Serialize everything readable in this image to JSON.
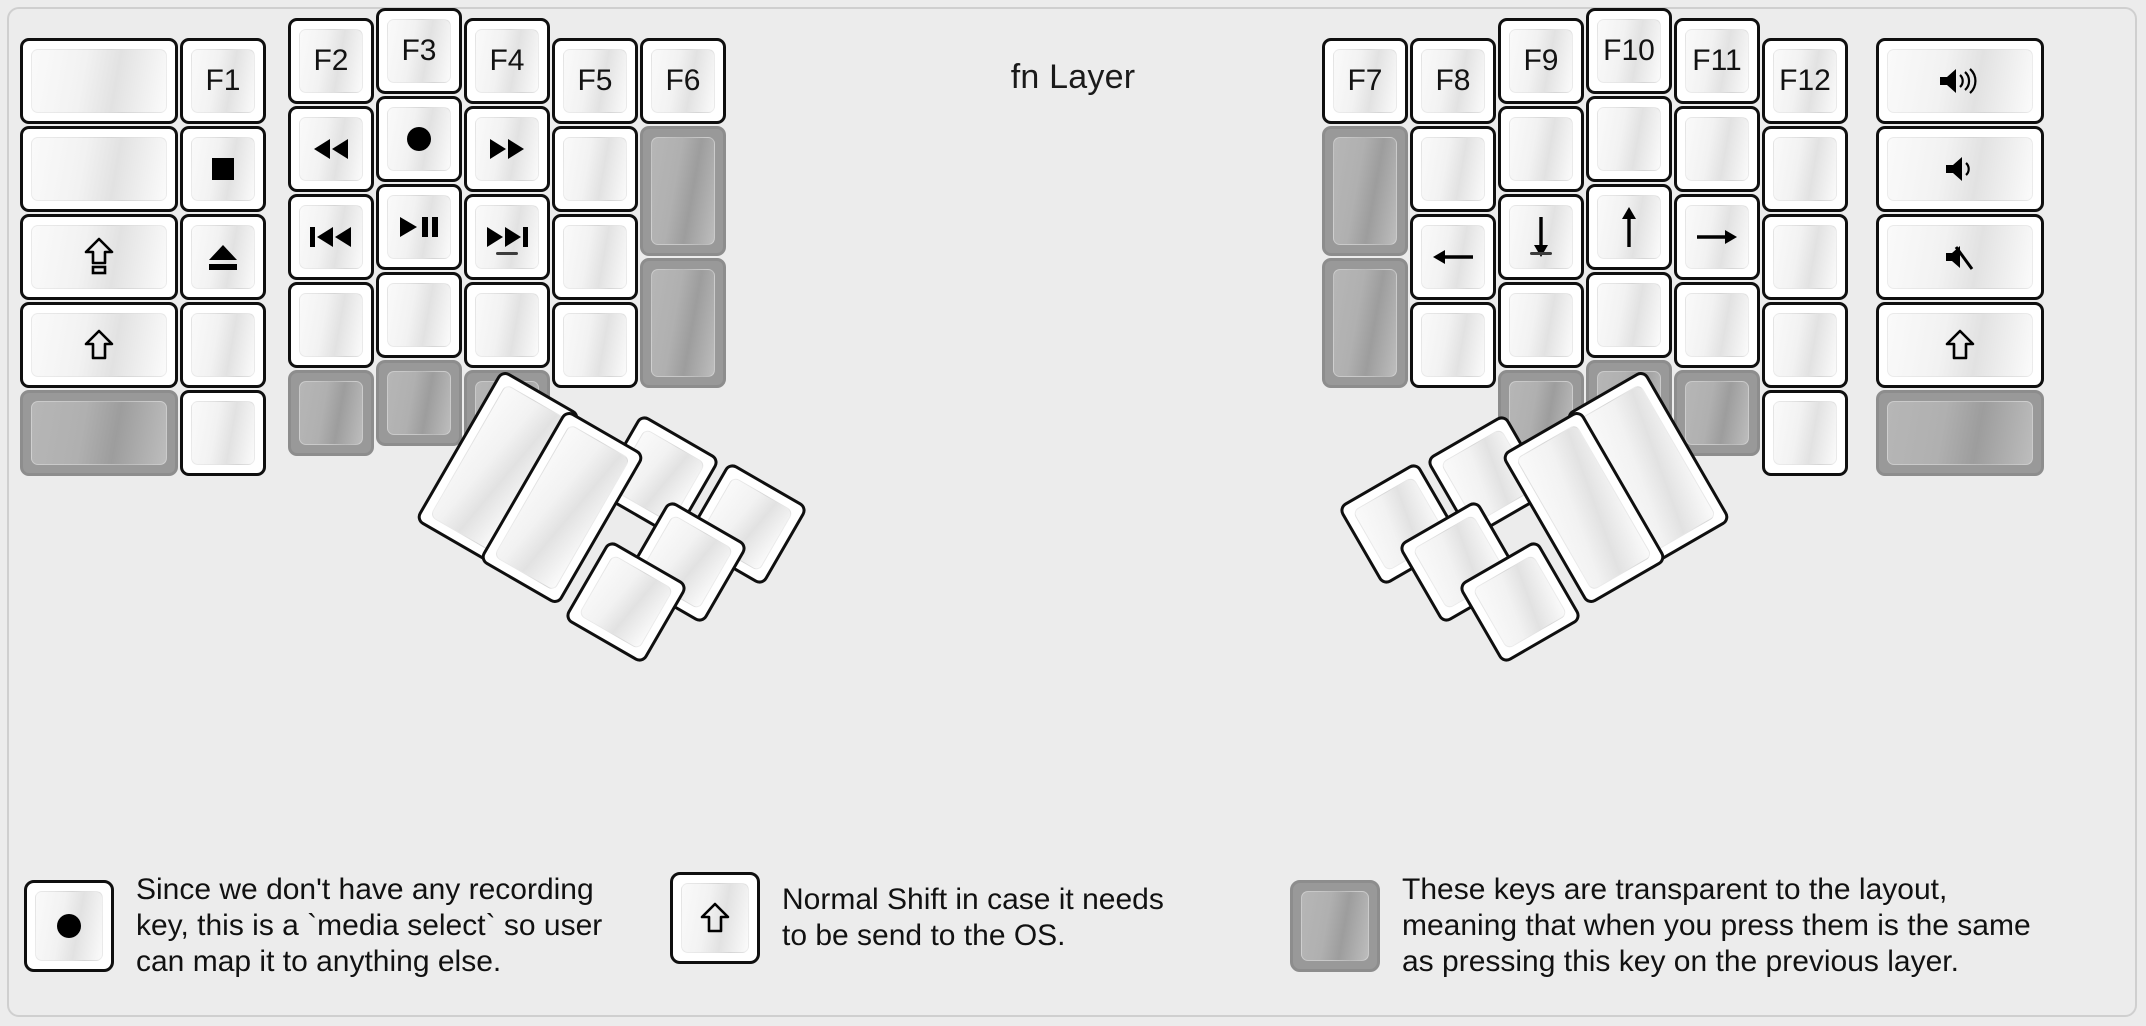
{
  "title": "fn Layer",
  "colors": {
    "background": "#ececec",
    "key_fill": "#ffffff",
    "key_border": "#0f0f0f",
    "transparent_key_fill": "#999999",
    "label_color": "#121212"
  },
  "keyboard": {
    "description": "Split ergonomic keyboard fn layer map",
    "left_half": {
      "columns": [
        {
          "name": "col-1",
          "keys": [
            {
              "label": "",
              "icon": "",
              "state": "normal"
            },
            {
              "label": "",
              "icon": "",
              "state": "normal"
            },
            {
              "label": "",
              "icon": "caps-lock",
              "state": "normal"
            },
            {
              "label": "",
              "icon": "shift",
              "state": "normal"
            },
            {
              "label": "",
              "icon": "",
              "state": "transparent"
            }
          ]
        },
        {
          "name": "col-2",
          "keys": [
            {
              "label": "F1",
              "icon": "",
              "state": "normal"
            },
            {
              "label": "",
              "icon": "stop",
              "state": "normal"
            },
            {
              "label": "",
              "icon": "eject",
              "state": "normal"
            },
            {
              "label": "",
              "icon": "",
              "state": "normal"
            },
            {
              "label": "",
              "icon": "",
              "state": "normal"
            }
          ]
        },
        {
          "name": "col-3",
          "keys": [
            {
              "label": "F2",
              "icon": "",
              "state": "normal"
            },
            {
              "label": "",
              "icon": "rewind",
              "state": "normal"
            },
            {
              "label": "",
              "icon": "prev-track",
              "state": "normal"
            },
            {
              "label": "",
              "icon": "",
              "state": "normal"
            },
            {
              "label": "",
              "icon": "",
              "state": "transparent"
            }
          ]
        },
        {
          "name": "col-4",
          "keys": [
            {
              "label": "F3",
              "icon": "",
              "state": "normal"
            },
            {
              "label": "",
              "icon": "record",
              "state": "normal"
            },
            {
              "label": "",
              "icon": "play-pause",
              "state": "normal"
            },
            {
              "label": "",
              "icon": "",
              "state": "normal"
            },
            {
              "label": "",
              "icon": "",
              "state": "transparent"
            }
          ]
        },
        {
          "name": "col-5",
          "keys": [
            {
              "label": "F4",
              "icon": "",
              "state": "normal"
            },
            {
              "label": "",
              "icon": "fast-forward",
              "state": "normal"
            },
            {
              "label": "",
              "icon": "next-track",
              "state": "normal"
            },
            {
              "label": "",
              "icon": "",
              "state": "normal"
            },
            {
              "label": "",
              "icon": "",
              "state": "transparent"
            }
          ]
        },
        {
          "name": "col-6",
          "keys": [
            {
              "label": "F5",
              "icon": "",
              "state": "normal"
            },
            {
              "label": "",
              "icon": "",
              "state": "normal"
            },
            {
              "label": "",
              "icon": "",
              "state": "normal"
            },
            {
              "label": "",
              "icon": "",
              "state": "normal"
            }
          ]
        },
        {
          "name": "col-7",
          "keys": [
            {
              "label": "F6",
              "icon": "",
              "state": "normal"
            },
            {
              "label": "",
              "icon": "",
              "state": "transparent"
            },
            {
              "label": "",
              "icon": "",
              "state": "transparent"
            }
          ]
        }
      ],
      "thumb_cluster": {
        "count": 6,
        "keys": [
          {
            "label": "",
            "icon": "",
            "state": "normal",
            "size": "2u"
          },
          {
            "label": "",
            "icon": "",
            "state": "normal",
            "size": "2u"
          },
          {
            "label": "",
            "icon": "",
            "state": "normal",
            "size": "1u"
          },
          {
            "label": "",
            "icon": "",
            "state": "normal",
            "size": "1u"
          },
          {
            "label": "",
            "icon": "",
            "state": "normal",
            "size": "1u"
          },
          {
            "label": "",
            "icon": "",
            "state": "normal",
            "size": "1u"
          }
        ]
      }
    },
    "right_half": {
      "columns": [
        {
          "name": "col-1",
          "keys": [
            {
              "label": "F7",
              "icon": "",
              "state": "normal"
            },
            {
              "label": "",
              "icon": "",
              "state": "transparent"
            },
            {
              "label": "",
              "icon": "",
              "state": "transparent"
            }
          ]
        },
        {
          "name": "col-2",
          "keys": [
            {
              "label": "F8",
              "icon": "",
              "state": "normal"
            },
            {
              "label": "",
              "icon": "",
              "state": "normal"
            },
            {
              "label": "",
              "icon": "arrow-left",
              "state": "normal"
            },
            {
              "label": "",
              "icon": "",
              "state": "normal"
            }
          ]
        },
        {
          "name": "col-3",
          "keys": [
            {
              "label": "F9",
              "icon": "",
              "state": "normal"
            },
            {
              "label": "",
              "icon": "",
              "state": "normal"
            },
            {
              "label": "",
              "icon": "arrow-down",
              "state": "normal"
            },
            {
              "label": "",
              "icon": "",
              "state": "normal"
            },
            {
              "label": "",
              "icon": "",
              "state": "transparent"
            }
          ]
        },
        {
          "name": "col-4",
          "keys": [
            {
              "label": "F10",
              "icon": "",
              "state": "normal"
            },
            {
              "label": "",
              "icon": "",
              "state": "normal"
            },
            {
              "label": "",
              "icon": "arrow-up",
              "state": "normal"
            },
            {
              "label": "",
              "icon": "",
              "state": "normal"
            },
            {
              "label": "",
              "icon": "",
              "state": "transparent"
            }
          ]
        },
        {
          "name": "col-5",
          "keys": [
            {
              "label": "F11",
              "icon": "",
              "state": "normal"
            },
            {
              "label": "",
              "icon": "",
              "state": "normal"
            },
            {
              "label": "",
              "icon": "arrow-right",
              "state": "normal"
            },
            {
              "label": "",
              "icon": "",
              "state": "normal"
            },
            {
              "label": "",
              "icon": "",
              "state": "transparent"
            }
          ]
        },
        {
          "name": "col-6",
          "keys": [
            {
              "label": "F12",
              "icon": "",
              "state": "normal"
            },
            {
              "label": "",
              "icon": "",
              "state": "normal"
            },
            {
              "label": "",
              "icon": "",
              "state": "normal"
            },
            {
              "label": "",
              "icon": "",
              "state": "normal"
            },
            {
              "label": "",
              "icon": "",
              "state": "normal"
            }
          ]
        },
        {
          "name": "col-7",
          "keys": [
            {
              "label": "",
              "icon": "volume-up",
              "state": "normal"
            },
            {
              "label": "",
              "icon": "volume-down",
              "state": "normal"
            },
            {
              "label": "",
              "icon": "volume-mute",
              "state": "normal"
            },
            {
              "label": "",
              "icon": "shift",
              "state": "normal"
            },
            {
              "label": "",
              "icon": "",
              "state": "transparent"
            }
          ]
        }
      ],
      "thumb_cluster": {
        "count": 6,
        "keys": [
          {
            "label": "",
            "icon": "",
            "state": "normal",
            "size": "1u"
          },
          {
            "label": "",
            "icon": "",
            "state": "normal",
            "size": "1u"
          },
          {
            "label": "",
            "icon": "",
            "state": "normal",
            "size": "1u"
          },
          {
            "label": "",
            "icon": "",
            "state": "normal",
            "size": "1u"
          },
          {
            "label": "",
            "icon": "",
            "state": "normal",
            "size": "2u"
          },
          {
            "label": "",
            "icon": "",
            "state": "normal",
            "size": "2u"
          }
        ]
      }
    }
  },
  "legend": [
    {
      "key_icon": "record",
      "key_state": "normal",
      "lines": [
        "Since we don't have any recording",
        "key, this is a `media select` so user",
        "can map it to anything else."
      ]
    },
    {
      "key_icon": "shift",
      "key_state": "normal",
      "lines": [
        "Normal Shift in case it needs",
        "to be send to the OS."
      ]
    },
    {
      "key_icon": "",
      "key_state": "transparent",
      "lines": [
        "These keys are transparent to the layout,",
        "meaning that when you press them is the same",
        "as pressing this key on the previous layer."
      ]
    }
  ]
}
